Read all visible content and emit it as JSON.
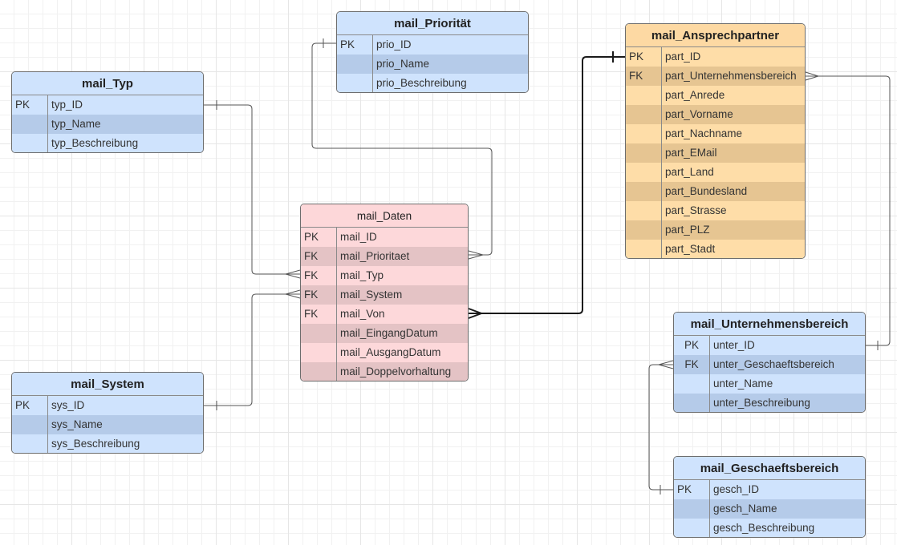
{
  "colors": {
    "blue_entity": "#cfe3fd",
    "orange_entity": "#fedda8",
    "red_entity": "#fdd8da",
    "connector": "#555555",
    "highlight_connector": "#1a1a1a"
  },
  "entities": {
    "mail_prioritaet": {
      "title": "mail_Priorität",
      "rows": [
        {
          "key": "PK",
          "field": "prio_ID"
        },
        {
          "key": "",
          "field": "prio_Name"
        },
        {
          "key": "",
          "field": "prio_Beschreibung"
        }
      ]
    },
    "mail_typ": {
      "title": "mail_Typ",
      "rows": [
        {
          "key": "PK",
          "field": "typ_ID"
        },
        {
          "key": "",
          "field": "typ_Name"
        },
        {
          "key": "",
          "field": "typ_Beschreibung"
        }
      ]
    },
    "mail_system": {
      "title": "mail_System",
      "rows": [
        {
          "key": "PK",
          "field": "sys_ID"
        },
        {
          "key": "",
          "field": "sys_Name"
        },
        {
          "key": "",
          "field": "sys_Beschreibung"
        }
      ]
    },
    "mail_daten": {
      "title": "mail_Daten",
      "rows": [
        {
          "key": "PK",
          "field": "mail_ID"
        },
        {
          "key": "FK",
          "field": "mail_Prioritaet"
        },
        {
          "key": "FK",
          "field": "mail_Typ"
        },
        {
          "key": "FK",
          "field": "mail_System"
        },
        {
          "key": "FK",
          "field": "mail_Von"
        },
        {
          "key": "",
          "field": "mail_EingangDatum"
        },
        {
          "key": "",
          "field": "mail_AusgangDatum"
        },
        {
          "key": "",
          "field": "mail_Doppelvorhaltung"
        }
      ]
    },
    "mail_ansprechpartner": {
      "title": "mail_Ansprechpartner",
      "rows": [
        {
          "key": "PK",
          "field": "part_ID"
        },
        {
          "key": "FK",
          "field": "part_Unternehmensbereich"
        },
        {
          "key": "",
          "field": "part_Anrede"
        },
        {
          "key": "",
          "field": "part_Vorname"
        },
        {
          "key": "",
          "field": "part_Nachname"
        },
        {
          "key": "",
          "field": "part_EMail"
        },
        {
          "key": "",
          "field": "part_Land"
        },
        {
          "key": "",
          "field": "part_Bundesland"
        },
        {
          "key": "",
          "field": "part_Strasse"
        },
        {
          "key": "",
          "field": "part_PLZ"
        },
        {
          "key": "",
          "field": "part_Stadt"
        }
      ]
    },
    "mail_unternehmensbereich": {
      "title": "mail_Unternehmensbereich",
      "rows": [
        {
          "key": "PK",
          "field": "unter_ID"
        },
        {
          "key": "FK",
          "field": "unter_Geschaeftsbereich"
        },
        {
          "key": "",
          "field": "unter_Name"
        },
        {
          "key": "",
          "field": "unter_Beschreibung"
        }
      ]
    },
    "mail_geschaeftsbereich": {
      "title": "mail_Geschaeftsbereich",
      "rows": [
        {
          "key": "PK",
          "field": "gesch_ID"
        },
        {
          "key": "",
          "field": "gesch_Name"
        },
        {
          "key": "",
          "field": "gesch_Beschreibung"
        }
      ]
    }
  },
  "relationships": [
    {
      "one": "mail_Priorität",
      "many": "mail_Daten"
    },
    {
      "one": "mail_Typ",
      "many": "mail_Daten"
    },
    {
      "one": "mail_System",
      "many": "mail_Daten"
    },
    {
      "one": "mail_Ansprechpartner",
      "many": "mail_Daten"
    },
    {
      "one": "mail_Unternehmensbereich",
      "many": "mail_Ansprechpartner"
    },
    {
      "one": "mail_Geschaeftsbereich",
      "many": "mail_Unternehmensbereich"
    }
  ]
}
